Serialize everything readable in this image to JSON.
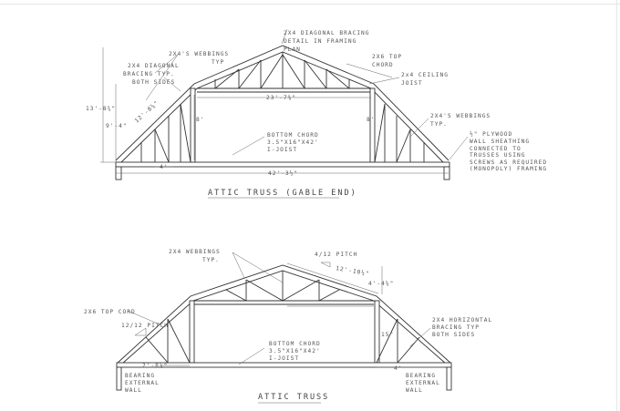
{
  "gable_end": {
    "title": "ATTIC TRUSS (GABLE END)",
    "labels": {
      "diag_bracing_detail": [
        "2X4 DIAGONAL BRACING",
        "DETAIL IN FRAMING",
        "PLAN"
      ],
      "webbings_left": [
        "2X4'S WEBBINGS",
        "TYP"
      ],
      "diag_bracing": [
        "2X4 DIAGONAL",
        "BRACING TYP.",
        "BOTH SIDES"
      ],
      "top_chord": [
        "2X6 TOP",
        "CHORD"
      ],
      "ceiling_joist": [
        "2x4 CEILING",
        "JOIST"
      ],
      "webbings_right": [
        "2X4'S WEBBINGS",
        "TYP."
      ],
      "plywood": [
        "½\" PLYWOOD",
        "WALL SHEATHING",
        "CONNECTED TO",
        "TRUSSES USING",
        "SCREWS AS REQUIRED",
        "(MONOPOLY) FRAMING"
      ],
      "bottom_chord": [
        "BOTTOM CHORD",
        "3.5\"X16\"X42'",
        "I-JOIST"
      ]
    },
    "dimensions": {
      "total_height": "13'-8¾\"",
      "wall_height": "9'-4\"",
      "slope_length": "12'-8⅝\"",
      "ceiling_width": "23'-7⅜\"",
      "left_stud": "8'",
      "right_stud": "8'",
      "overall_span": "42'-3½\"",
      "web_spacing": "4'"
    }
  },
  "attic_truss": {
    "title": "ATTIC TRUSS",
    "labels": {
      "webbings": [
        "2X4 WEBBINGS",
        "TYP."
      ],
      "upper_pitch": "4/12 PITCH",
      "top_cord": "2X6 TOP CORD",
      "lower_pitch": "12/12 PITCH",
      "bottom_chord": [
        "BOTTOM CHORD",
        "3.5\"X16\"X42'",
        "I-JOIST"
      ],
      "bearing_left": [
        "BEARING",
        "EXTERNAL",
        "WALL"
      ],
      "bearing_right": [
        "BEARING",
        "EXTERNAL",
        "WALL"
      ],
      "horizontal_bracing": [
        "2X4 HORIZONTAL",
        "BRACING TYP",
        "BOTH SIDES"
      ]
    },
    "dimensions": {
      "upper_slope": "12'-10½\"",
      "rise": "4'-4⅝\"",
      "left_offset": "2'-8⅝\"",
      "stud_offset": "15\"",
      "web_spacing": "4'"
    }
  }
}
